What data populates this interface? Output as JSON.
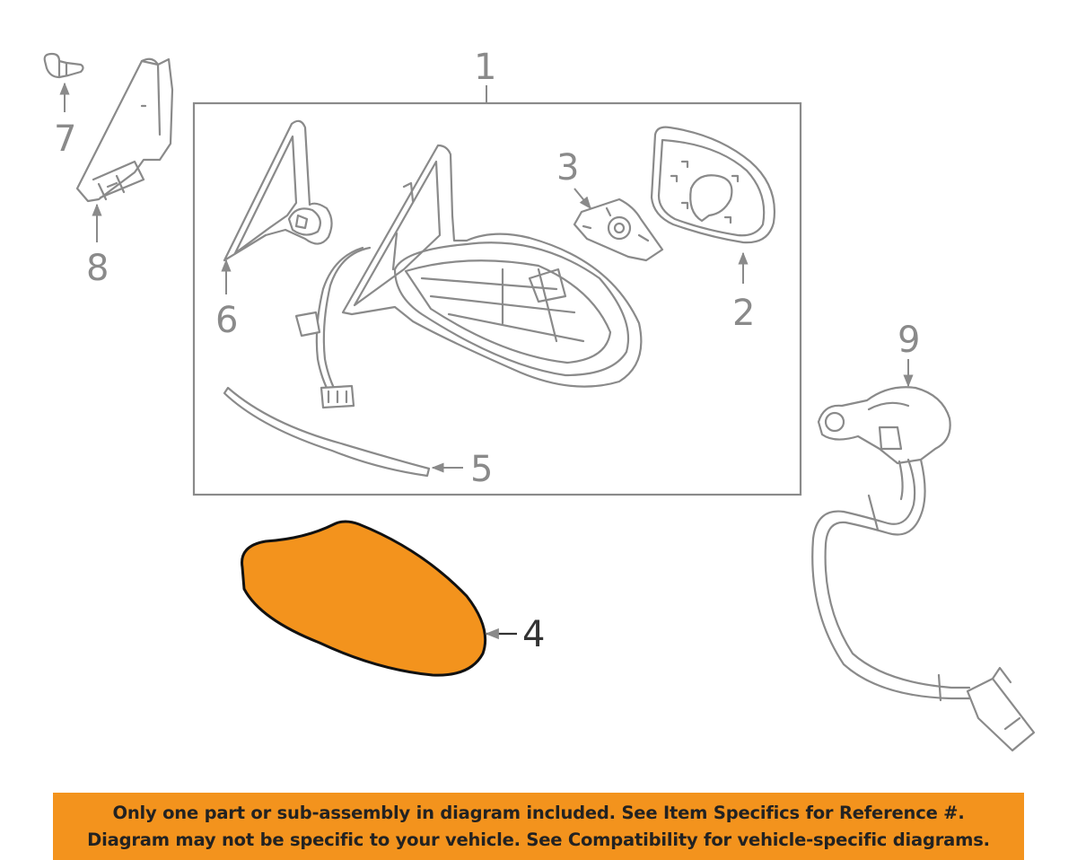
{
  "callouts": {
    "c1": "1",
    "c2": "2",
    "c3": "3",
    "c4": "4",
    "c5": "5",
    "c6": "6",
    "c7": "7",
    "c8": "8",
    "c9": "9"
  },
  "highlight": {
    "part": "4",
    "color": "#f3931d"
  },
  "banner": {
    "line1": "Only one part or sub-assembly in diagram included. See Item Specifics for Reference #.",
    "line2": "Diagram may not be specific to your vehicle. See Compatibility for vehicle-specific diagrams.",
    "color": "#f3931d"
  }
}
